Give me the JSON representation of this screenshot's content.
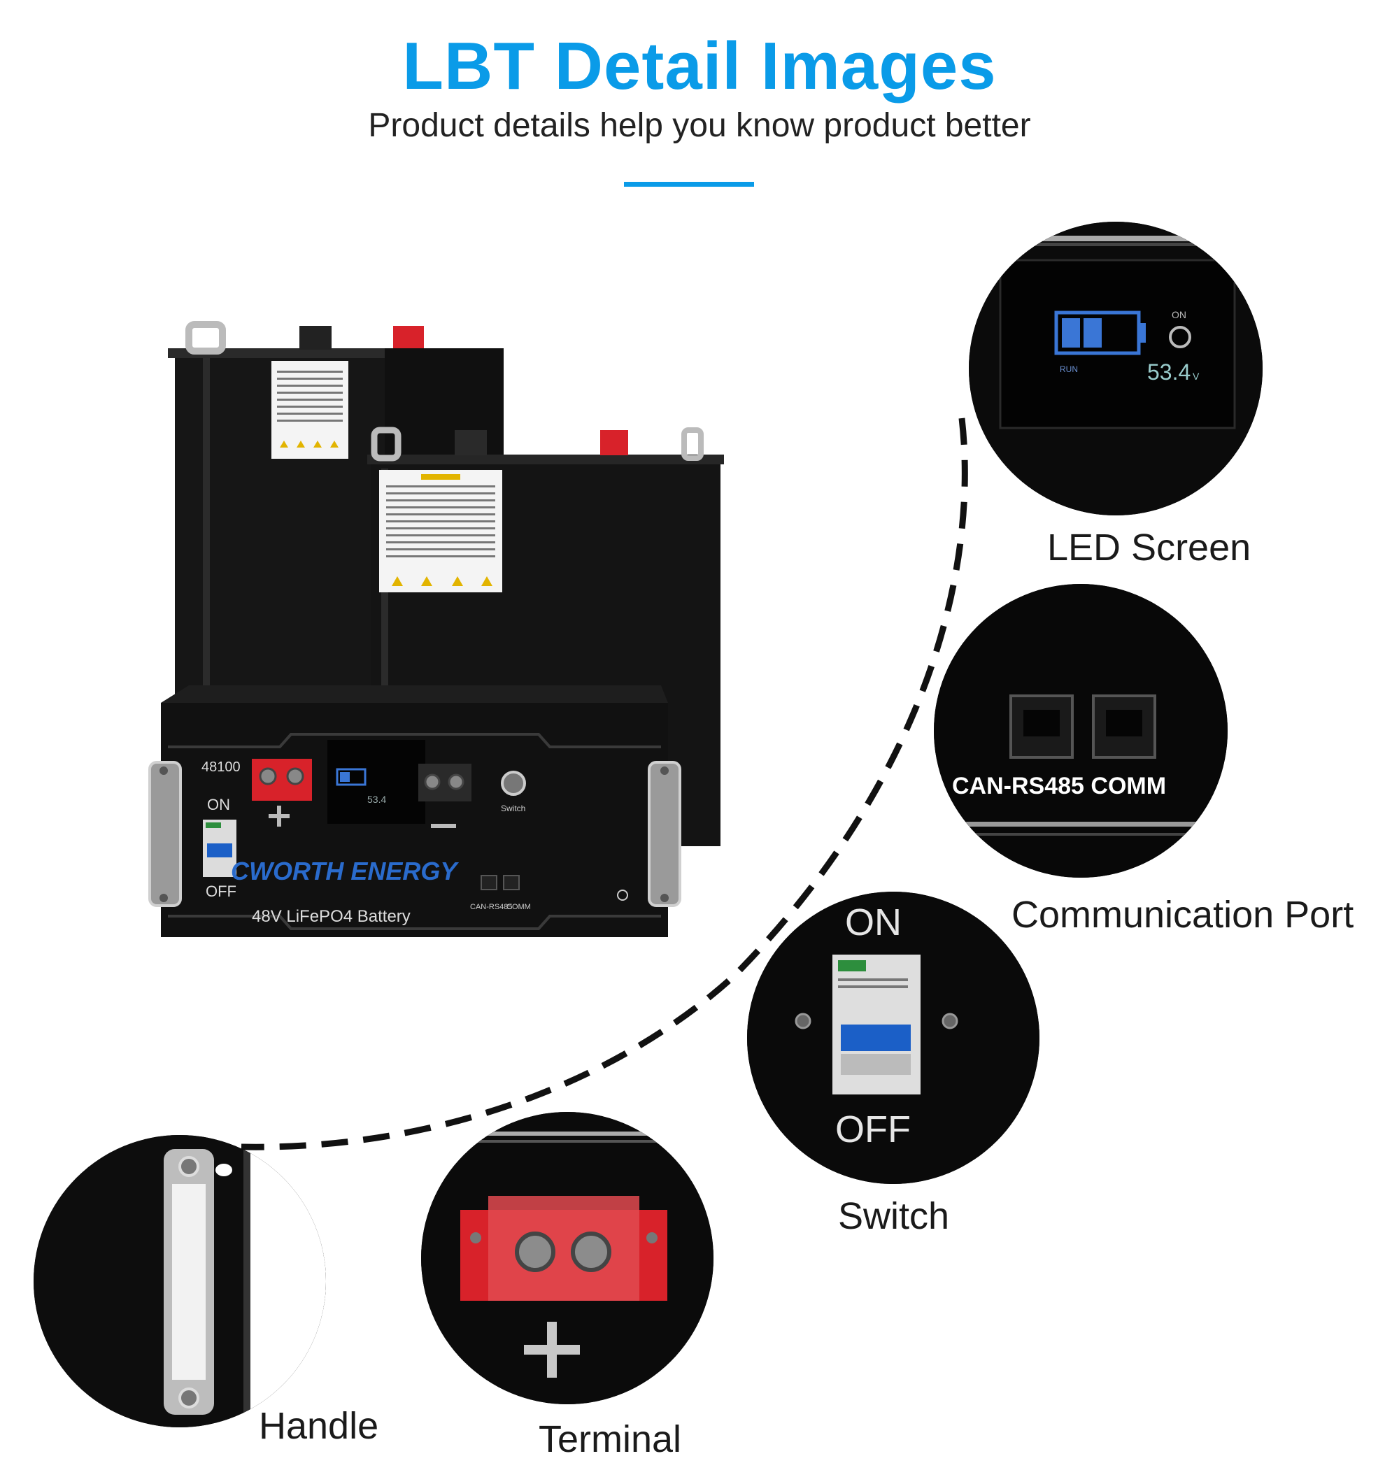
{
  "header": {
    "title": "LBT Detail Images",
    "subtitle": "Product details help you know product better",
    "accent_color": "#0a9be8"
  },
  "product": {
    "model": "48100",
    "brand": "CWORTH ENERGY",
    "type_label": "48V  LiFePO4  Battery",
    "breaker_on": "ON",
    "breaker_off": "OFF",
    "switch_label": "Switch",
    "port1_label": "CAN-RS485",
    "port2_label": "COMM",
    "lcd_voltage": "53.4",
    "lcd_unit": "V",
    "lcd_run": "RUN",
    "lcd_on": "ON",
    "battery_level_fraction": 0.5
  },
  "details": {
    "led_screen": {
      "caption": "LED Screen"
    },
    "comm_port": {
      "caption": "Communication Port",
      "ports": "CAN-RS485  COMM"
    },
    "switch": {
      "caption": "Switch",
      "on": "ON",
      "off": "OFF"
    },
    "handle": {
      "caption": "Handle"
    },
    "terminal": {
      "caption": "Terminal"
    }
  }
}
